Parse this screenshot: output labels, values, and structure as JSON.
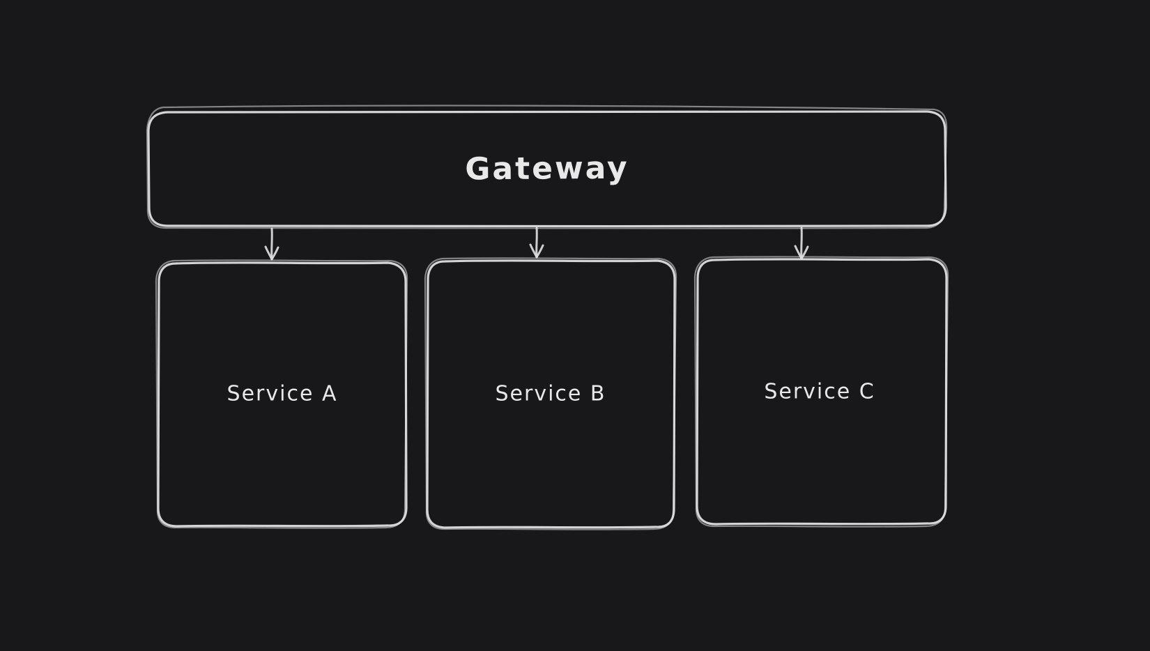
{
  "diagram": {
    "type": "architecture-flow",
    "nodes": [
      {
        "id": "gateway",
        "label": "Gateway",
        "shape": "rounded-rectangle"
      },
      {
        "id": "service-a",
        "label": "Service A",
        "shape": "rounded-rectangle"
      },
      {
        "id": "service-b",
        "label": "Service B",
        "shape": "rounded-rectangle"
      },
      {
        "id": "service-c",
        "label": "Service C",
        "shape": "rounded-rectangle"
      }
    ],
    "edges": [
      {
        "from": "gateway",
        "to": "service-a",
        "style": "arrow-down"
      },
      {
        "from": "gateway",
        "to": "service-b",
        "style": "arrow-down"
      },
      {
        "from": "gateway",
        "to": "service-c",
        "style": "arrow-down"
      }
    ],
    "colors": {
      "canvas_background": "#18181a",
      "stroke": "#dedee0",
      "text": "#e8e8e8"
    },
    "style": "hand-drawn-sketch"
  }
}
